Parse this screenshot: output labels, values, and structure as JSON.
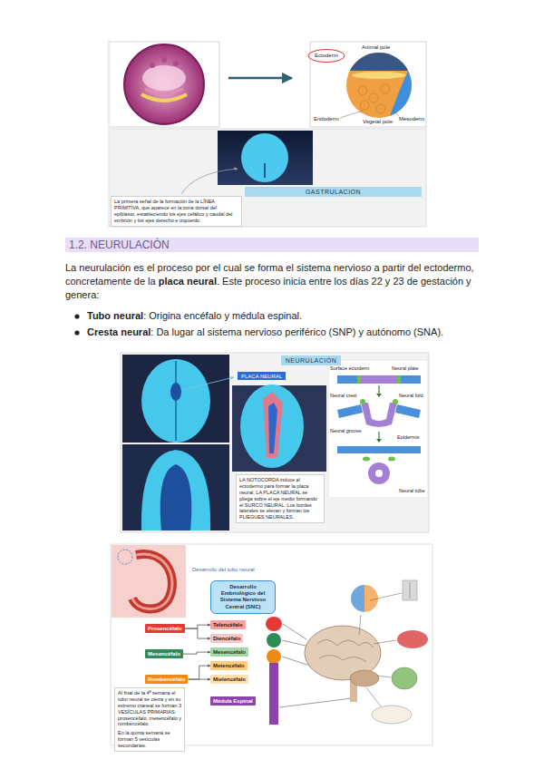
{
  "diagram": {
    "title": "1.2. NEURULACIÓN",
    "nodes": [
      {
        "text": [
          "GASTRULACION"
        ]
      },
      {
        "text": [
          "La primera señal de la formación de la LÍNEA PRIMITIVA, que aparece en la zona dorsal del epiblasto, estableciendo los ejes cefálico y caudal del embrión y los ejes derecho e izquierdo."
        ]
      },
      {
        "text": [
          "NEURULACIÓN"
        ]
      },
      {
        "text": [
          "PLACA NEURAL"
        ]
      },
      {
        "text": [
          "LA NOTOCORDA induce al ectodermo para formar la placa neural. LA PLACA NEURAL se pliega sobre el eje medio formando el SURCO NEURAL. Los bordes laterales se elevan y forman los PLIEGUES NEURALES."
        ]
      },
      {
        "text": [
          "Desarrollo Embriológico del Sistema Nervioso Central (SNC)"
        ]
      },
      {
        "text": [
          "Prosencéfalo"
        ]
      },
      {
        "text": [
          "Mesencéfalo"
        ]
      },
      {
        "text": [
          "Rombencéfalo"
        ]
      },
      {
        "text": [
          "Telencéfalo"
        ]
      },
      {
        "text": [
          "Diencéfalo"
        ]
      },
      {
        "text": [
          "Mesencéfalo"
        ]
      },
      {
        "text": [
          "Metencéfalo"
        ]
      },
      {
        "text": [
          "Mielencéfalo"
        ]
      },
      {
        "text": [
          "Médula Espinal"
        ]
      },
      {
        "text": [
          "Al final de la 4ª semana el tubo neural se cierra y en su extremo craneal se forman 3 VESÍCULAS PRIMARIAS: prosencéfalo, mesencéfalo y rombencéfalo.",
          "En la quinta semana se forman 5 vesículas secundarias."
        ]
      }
    ],
    "edges": [
      {
        "from": 6,
        "to": 9,
        "arrow": "to"
      },
      {
        "from": 6,
        "to": 10,
        "arrow": "to"
      },
      {
        "from": 7,
        "to": 11,
        "arrow": "to"
      },
      {
        "from": 8,
        "to": 12,
        "arrow": "to"
      },
      {
        "from": 8,
        "to": 13,
        "arrow": "to"
      }
    ],
    "labels": [
      "Animal pole",
      "Ectoderm",
      "Endoderm",
      "Vegetal pole",
      "Mesoderm",
      "La neurulación es el proceso por el cual se forma el sistema nervioso a partir del ectodermo, concretamente de la",
      "placa neural",
      ". Este proceso inicia entre los días 22 y 23 de gestación y genera:",
      "Tubo neural",
      ": Origina encéfalo y médula espinal.",
      "Cresta neural",
      ": Da lugar al sistema nervioso periférico (SNP) y autónomo (SNA).",
      "Surface ectoderm",
      "Neural plate",
      "Neural crest",
      "Neural fold",
      "Neural groove",
      "Epidermis",
      "Neural tube",
      "Desarrollo del tubo neural"
    ]
  }
}
